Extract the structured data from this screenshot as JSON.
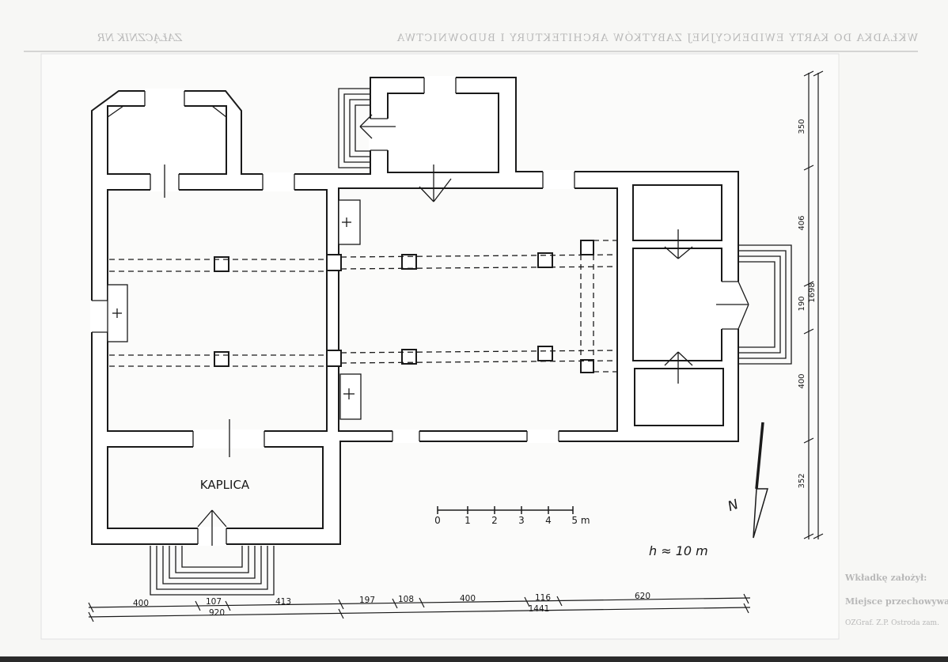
{
  "colors": {
    "paper": "#f7f7f5",
    "ink": "#1a1a1a",
    "ghost_text": "#b8b8b8",
    "background": "#2a2a2a"
  },
  "sheet": {
    "header_mirrored": "WKŁADKA DO KARTY EWIDENCYJNEJ ZABYTKÓW ARCHITEKTURY I BUDOWNICTWA",
    "attachment_mirrored": "ZAŁĄCZNIK NR",
    "bleed_left": "Wkładkę założył:",
    "bleed_place": "Miejsce przechowywania negatywów",
    "bleed_print": "OZGraf. Z.P. Ostroda zam."
  },
  "plan": {
    "room_label": "KAPLICA",
    "height_note": "h ≈ 10 m",
    "north_label": "N"
  },
  "scale_bar": {
    "ticks": [
      "0",
      "1",
      "2",
      "3",
      "4"
    ],
    "end_label": "5 m"
  },
  "dims_bottom": {
    "segments": [
      "400",
      "107",
      "413",
      "197",
      "108",
      "400",
      "116",
      "620"
    ],
    "totals": [
      "920",
      "1441"
    ]
  },
  "dims_right": {
    "segments": [
      "350",
      "406",
      "190",
      "400",
      "352"
    ],
    "total": "1698"
  }
}
